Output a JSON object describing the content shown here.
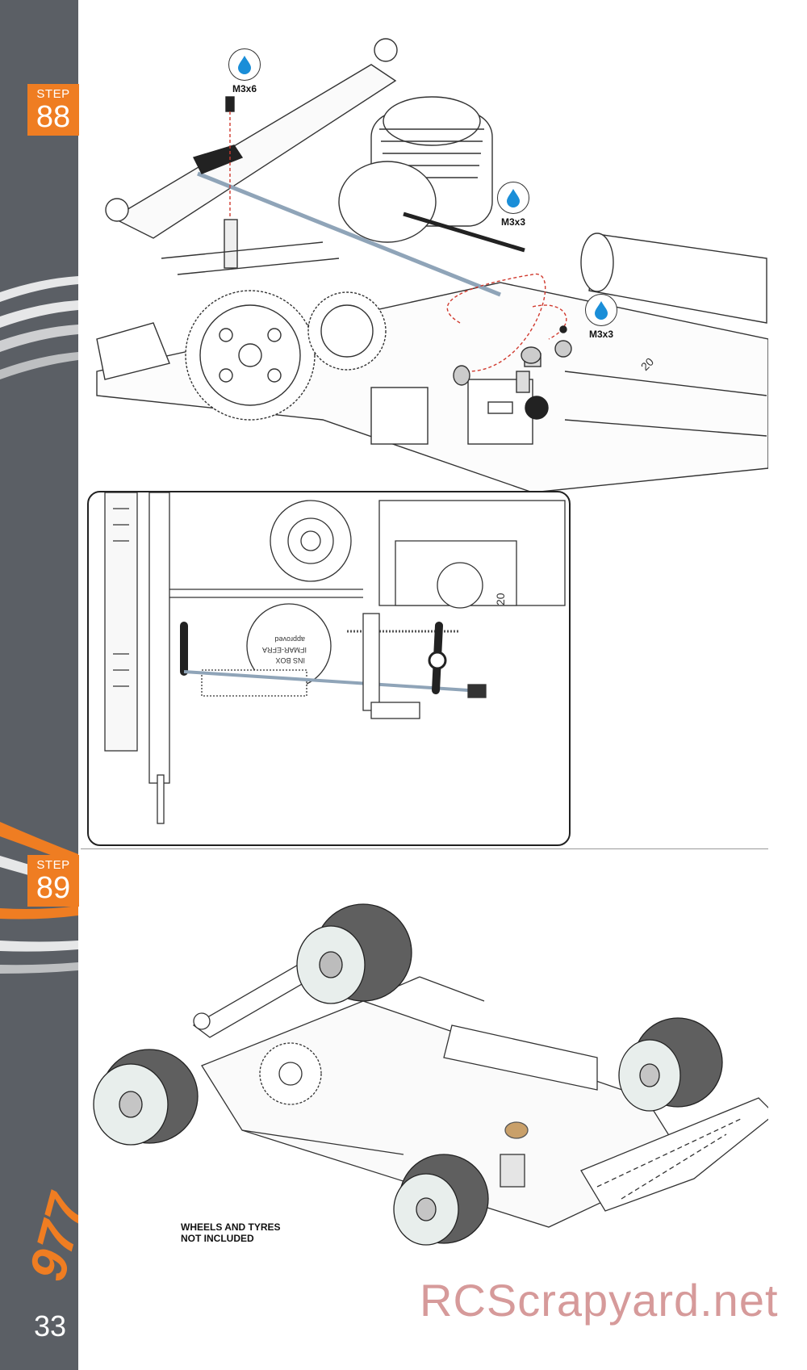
{
  "steps": [
    {
      "label": "STEP",
      "number": "88"
    },
    {
      "label": "STEP",
      "number": "89"
    }
  ],
  "callouts": [
    {
      "icon": "oil-drop-icon",
      "size": "M3x6"
    },
    {
      "icon": "oil-drop-icon",
      "size": "M3x3"
    },
    {
      "icon": "oil-drop-icon",
      "size": "M3x3"
    }
  ],
  "inset_text": {
    "box_lines": [
      "INS BOX",
      "IFMAR-EFRA",
      "approved"
    ],
    "scale": "20"
  },
  "step89": {
    "note_line1": "WHEELS AND TYRES",
    "note_line2": "NOT INCLUDED"
  },
  "branding": {
    "logo_text": "977",
    "page_number": "33",
    "watermark": "RCScrapyard.net"
  },
  "colors": {
    "sidebar": "#5b5f65",
    "accent": "#ef7d22",
    "drop": "#1a8ed8",
    "linkage": "#8fa4b8",
    "guide": "#d0392e"
  }
}
